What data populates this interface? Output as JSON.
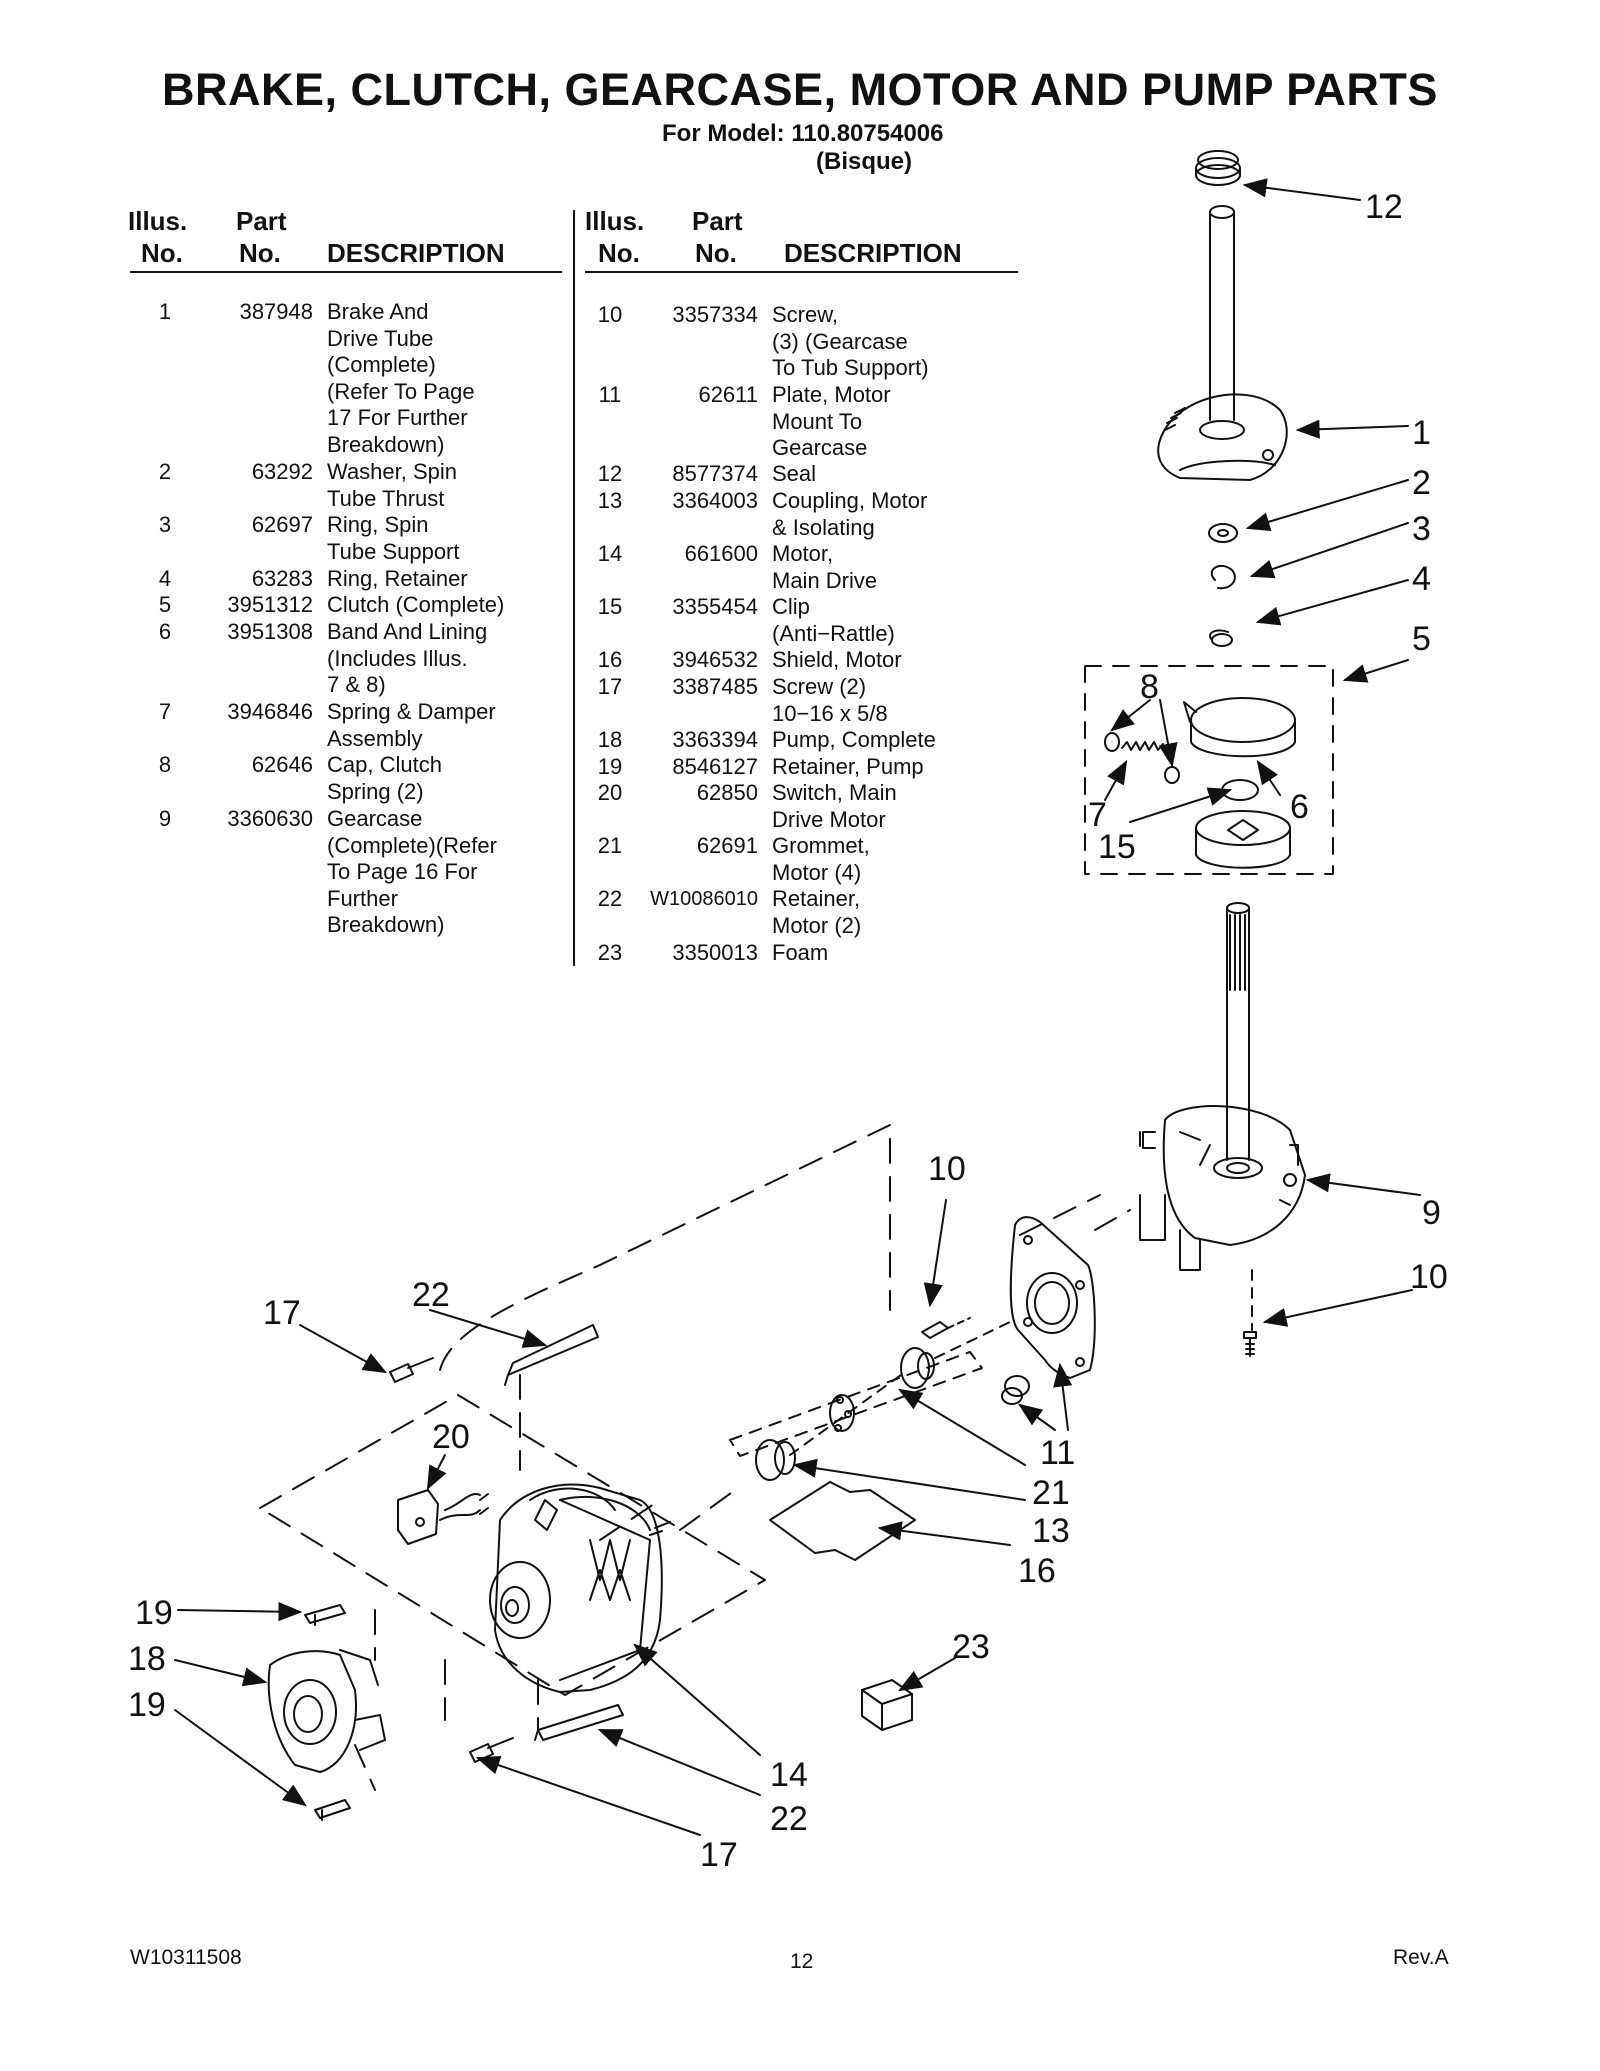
{
  "title": "BRAKE, CLUTCH, GEARCASE, MOTOR AND PUMP PARTS",
  "model_line": "For Model: 110.80754006",
  "color_line": "(Bisque)",
  "table_headers": {
    "illus": "Illus.",
    "no": "No.",
    "part": "Part",
    "part_no": "No.",
    "description": "DESCRIPTION"
  },
  "left_rows": [
    {
      "illus": "1",
      "part": "387948",
      "desc": "Brake And\nDrive Tube\n(Complete)\n(Refer To Page\n17 For Further\nBreakdown)"
    },
    {
      "illus": "2",
      "part": "63292",
      "desc": "Washer, Spin\nTube Thrust"
    },
    {
      "illus": "3",
      "part": "62697",
      "desc": "Ring, Spin\nTube Support"
    },
    {
      "illus": "4",
      "part": "63283",
      "desc": "Ring, Retainer"
    },
    {
      "illus": "5",
      "part": "3951312",
      "desc": "Clutch (Complete)"
    },
    {
      "illus": "6",
      "part": "3951308",
      "desc": "Band And Lining\n(Includes Illus.\n7 & 8)"
    },
    {
      "illus": "7",
      "part": "3946846",
      "desc": "Spring & Damper\nAssembly"
    },
    {
      "illus": "8",
      "part": "62646",
      "desc": "Cap, Clutch\nSpring (2)"
    },
    {
      "illus": "9",
      "part": "3360630",
      "desc": "Gearcase\n(Complete)(Refer\nTo Page 16 For\nFurther\nBreakdown)"
    }
  ],
  "right_rows": [
    {
      "illus": "10",
      "part": "3357334",
      "desc": "Screw,\n(3) (Gearcase\nTo Tub Support)"
    },
    {
      "illus": "11",
      "part": "62611",
      "desc": "Plate, Motor\nMount To\nGearcase"
    },
    {
      "illus": "12",
      "part": "8577374",
      "desc": "Seal"
    },
    {
      "illus": "13",
      "part": "3364003",
      "desc": "Coupling, Motor\n& Isolating"
    },
    {
      "illus": "14",
      "part": "661600",
      "desc": "Motor,\nMain Drive"
    },
    {
      "illus": "15",
      "part": "3355454",
      "desc": "Clip\n(Anti−Rattle)"
    },
    {
      "illus": "16",
      "part": "3946532",
      "desc": "Shield, Motor"
    },
    {
      "illus": "17",
      "part": "3387485",
      "desc": "Screw (2)\n10−16 x 5/8"
    },
    {
      "illus": "18",
      "part": "3363394",
      "desc": "Pump, Complete"
    },
    {
      "illus": "19",
      "part": "8546127",
      "desc": "Retainer, Pump"
    },
    {
      "illus": "20",
      "part": "62850",
      "desc": "Switch, Main\nDrive Motor"
    },
    {
      "illus": "21",
      "part": "62691",
      "desc": "Grommet,\nMotor (4)"
    },
    {
      "illus": "22",
      "part": "W10086010",
      "desc": "Retainer,\nMotor (2)"
    },
    {
      "illus": "23",
      "part": "3350013",
      "desc": "Foam"
    }
  ],
  "callouts": {
    "c12": "12",
    "c1": "1",
    "c2": "2",
    "c3": "3",
    "c4": "4",
    "c5": "5",
    "c8": "8",
    "c7": "7",
    "c6": "6",
    "c15": "15",
    "c10a": "10",
    "c9": "9",
    "c10b": "10",
    "c22a": "22",
    "c17a": "17",
    "c20": "20",
    "c11": "11",
    "c21": "21",
    "c13": "13",
    "c16": "16",
    "c19a": "19",
    "c18": "18",
    "c19b": "19",
    "c23": "23",
    "c14": "14",
    "c22b": "22",
    "c17b": "17"
  },
  "footer": {
    "doc_number": "W10311508",
    "page_number": "12",
    "revision": "Rev.A"
  }
}
